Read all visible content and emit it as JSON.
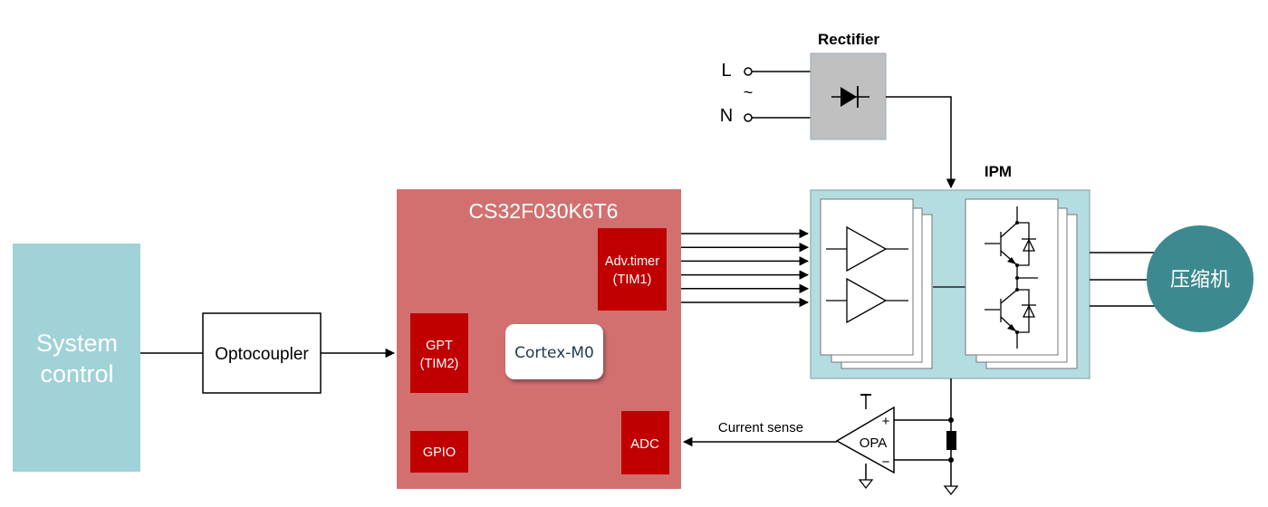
{
  "title": "Compressor motor control block diagram",
  "colors": {
    "system_control": "#a0d2d7",
    "mcu_body": "#d27070",
    "peripheral": "#c00000",
    "ipm": "#b4dde1",
    "rectifier": "#c0c0c0",
    "motor": "#3c8a8f"
  },
  "system_control": {
    "line1": "System",
    "line2": "control"
  },
  "optocoupler": {
    "label": "Optocoupler"
  },
  "mcu": {
    "name": "CS32F030K6T6",
    "core": "Cortex-M0",
    "blocks": {
      "adv_timer": {
        "line1": "Adv.timer",
        "line2": "(TIM1)"
      },
      "gpt": {
        "line1": "GPT",
        "line2": "(TIM2)"
      },
      "gpio": {
        "label": "GPIO"
      },
      "adc": {
        "label": "ADC"
      }
    }
  },
  "rectifier": {
    "label": "Rectifier",
    "input_l": "L",
    "input_n": "N",
    "ac_symbol": "~"
  },
  "ipm": {
    "label": "IPM"
  },
  "motor": {
    "label": "压缩机"
  },
  "current_sense": {
    "label": "Current sense",
    "opa_label": "OPA",
    "plus": "+",
    "minus": "−"
  },
  "pwm_channels": 6
}
